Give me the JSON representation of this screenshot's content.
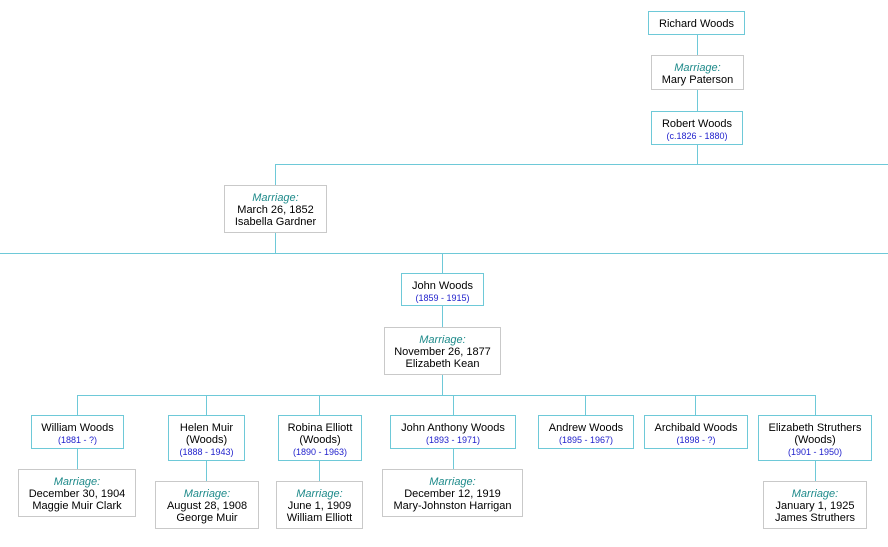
{
  "colors": {
    "connector": "#6ec9d8",
    "dates": "#2222cc",
    "marriage_label": "#1e8a8a"
  },
  "marriage_label": "Marriage:",
  "richard": {
    "name": "Richard Woods"
  },
  "m_richard": {
    "spouse": "Mary Paterson"
  },
  "robert": {
    "name": "Robert Woods",
    "dates": "(c.1826 - 1880)"
  },
  "m_robert": {
    "date": "March 26, 1852",
    "spouse": "Isabella Gardner"
  },
  "john": {
    "name": "John Woods",
    "dates": "(1859 - 1915)"
  },
  "m_john": {
    "date": "November 26, 1877",
    "spouse": "Elizabeth Kean"
  },
  "children": [
    {
      "name": "William Woods",
      "dates": "(1881 - ?)",
      "marriage_date": "December 30, 1904",
      "spouse": "Maggie Muir Clark"
    },
    {
      "name": "Helen Muir",
      "name2": "(Woods)",
      "dates": "(1888 - 1943)",
      "marriage_date": "August 28, 1908",
      "spouse": "George Muir"
    },
    {
      "name": "Robina Elliott",
      "name2": "(Woods)",
      "dates": "(1890 - 1963)",
      "marriage_date": "June 1, 1909",
      "spouse": "William Elliott"
    },
    {
      "name": "John Anthony Woods",
      "dates": "(1893 - 1971)",
      "marriage_date": "December 12, 1919",
      "spouse": "Mary-Johnston Harrigan"
    },
    {
      "name": "Andrew Woods",
      "dates": "(1895 - 1967)"
    },
    {
      "name": "Archibald Woods",
      "dates": "(1898 - ?)"
    },
    {
      "name": "Elizabeth Struthers",
      "name2": "(Woods)",
      "dates": "(1901 - 1950)",
      "marriage_date": "January 1, 1925",
      "spouse": "James Struthers"
    }
  ]
}
